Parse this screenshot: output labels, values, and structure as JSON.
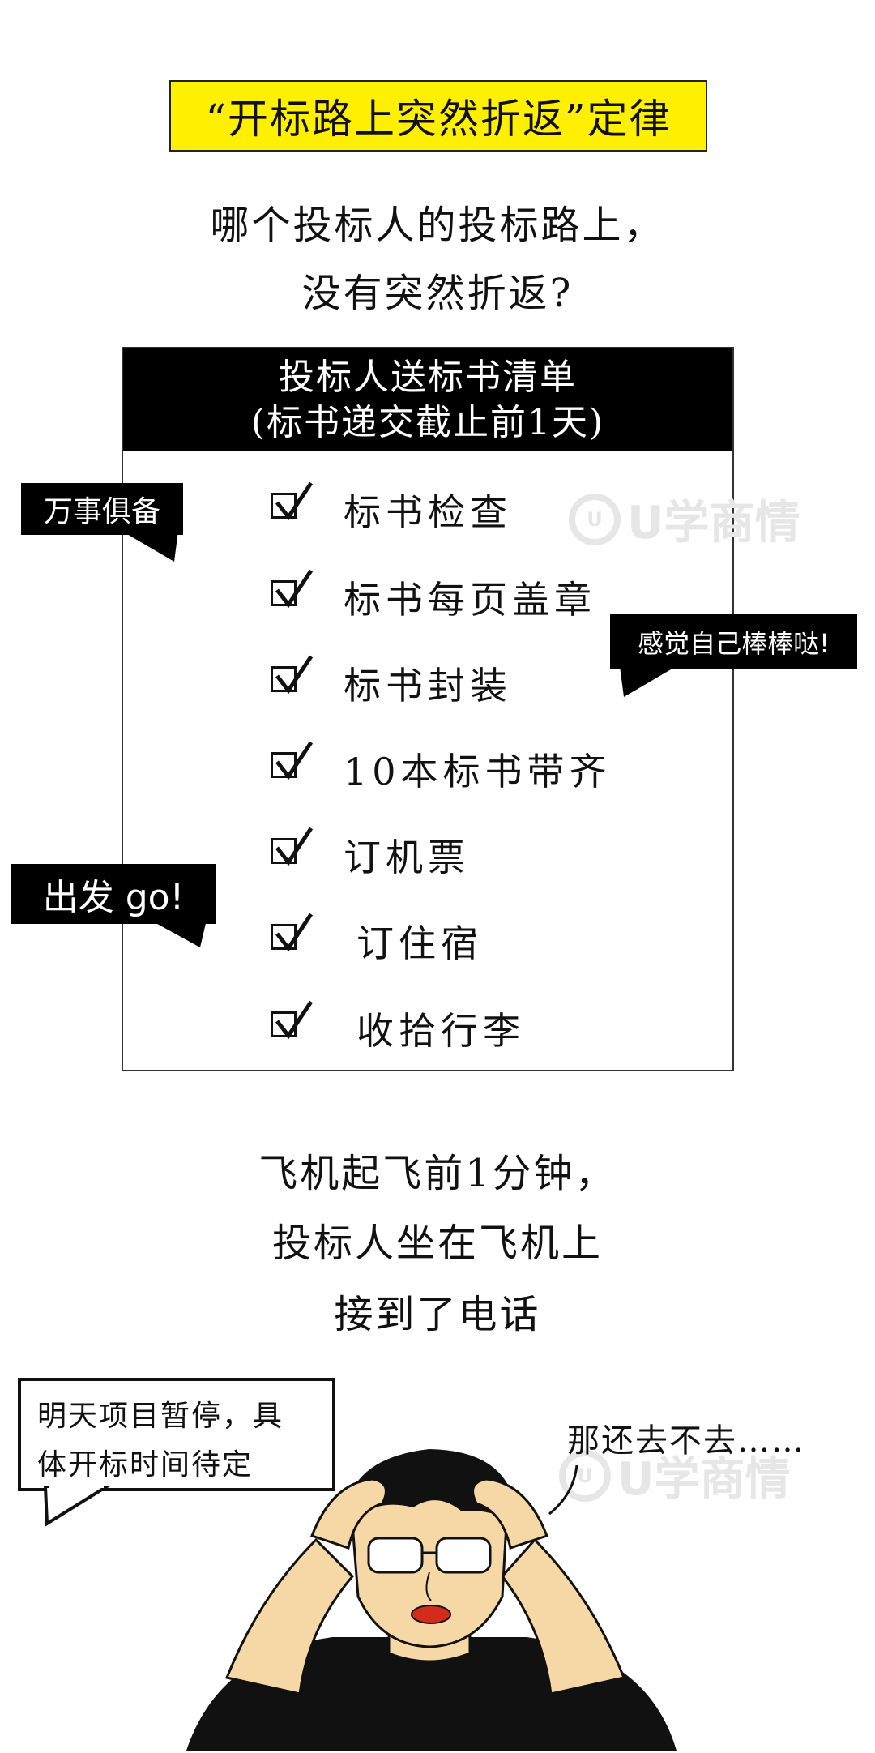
{
  "title": "“开标路上突然折返”定律",
  "intro": {
    "line1": "哪个投标人的投标路上，",
    "line2": "没有突然折返?"
  },
  "checklist": {
    "header_line1": "投标人送标书清单",
    "header_line2": "(标书递交截止前1天)",
    "items": [
      {
        "label": "标书检查"
      },
      {
        "label": "标书每页盖章"
      },
      {
        "label": "标书封装"
      },
      {
        "label": "10本标书带齐"
      },
      {
        "label": "订机票"
      },
      {
        "label": "订住宿"
      },
      {
        "label": "收拾行李"
      }
    ]
  },
  "tags": {
    "ready": "万事俱备",
    "great": "感觉自己棒棒哒!",
    "go": "出发 go!"
  },
  "story": {
    "line1": "飞机起飞前1分钟，",
    "line2": "投标人坐在飞机上",
    "line3": "接到了电话"
  },
  "bubble": {
    "line1": "明天项目暂停，具",
    "line2": "体开标时间待定"
  },
  "thought": "那还去不去……",
  "watermark": "U学商情",
  "watermark_mark": "U",
  "colors": {
    "title_bg": "#ffef00",
    "header_bg": "#000000",
    "skin": "#f6d8a6",
    "mouth": "#d42c1c"
  }
}
